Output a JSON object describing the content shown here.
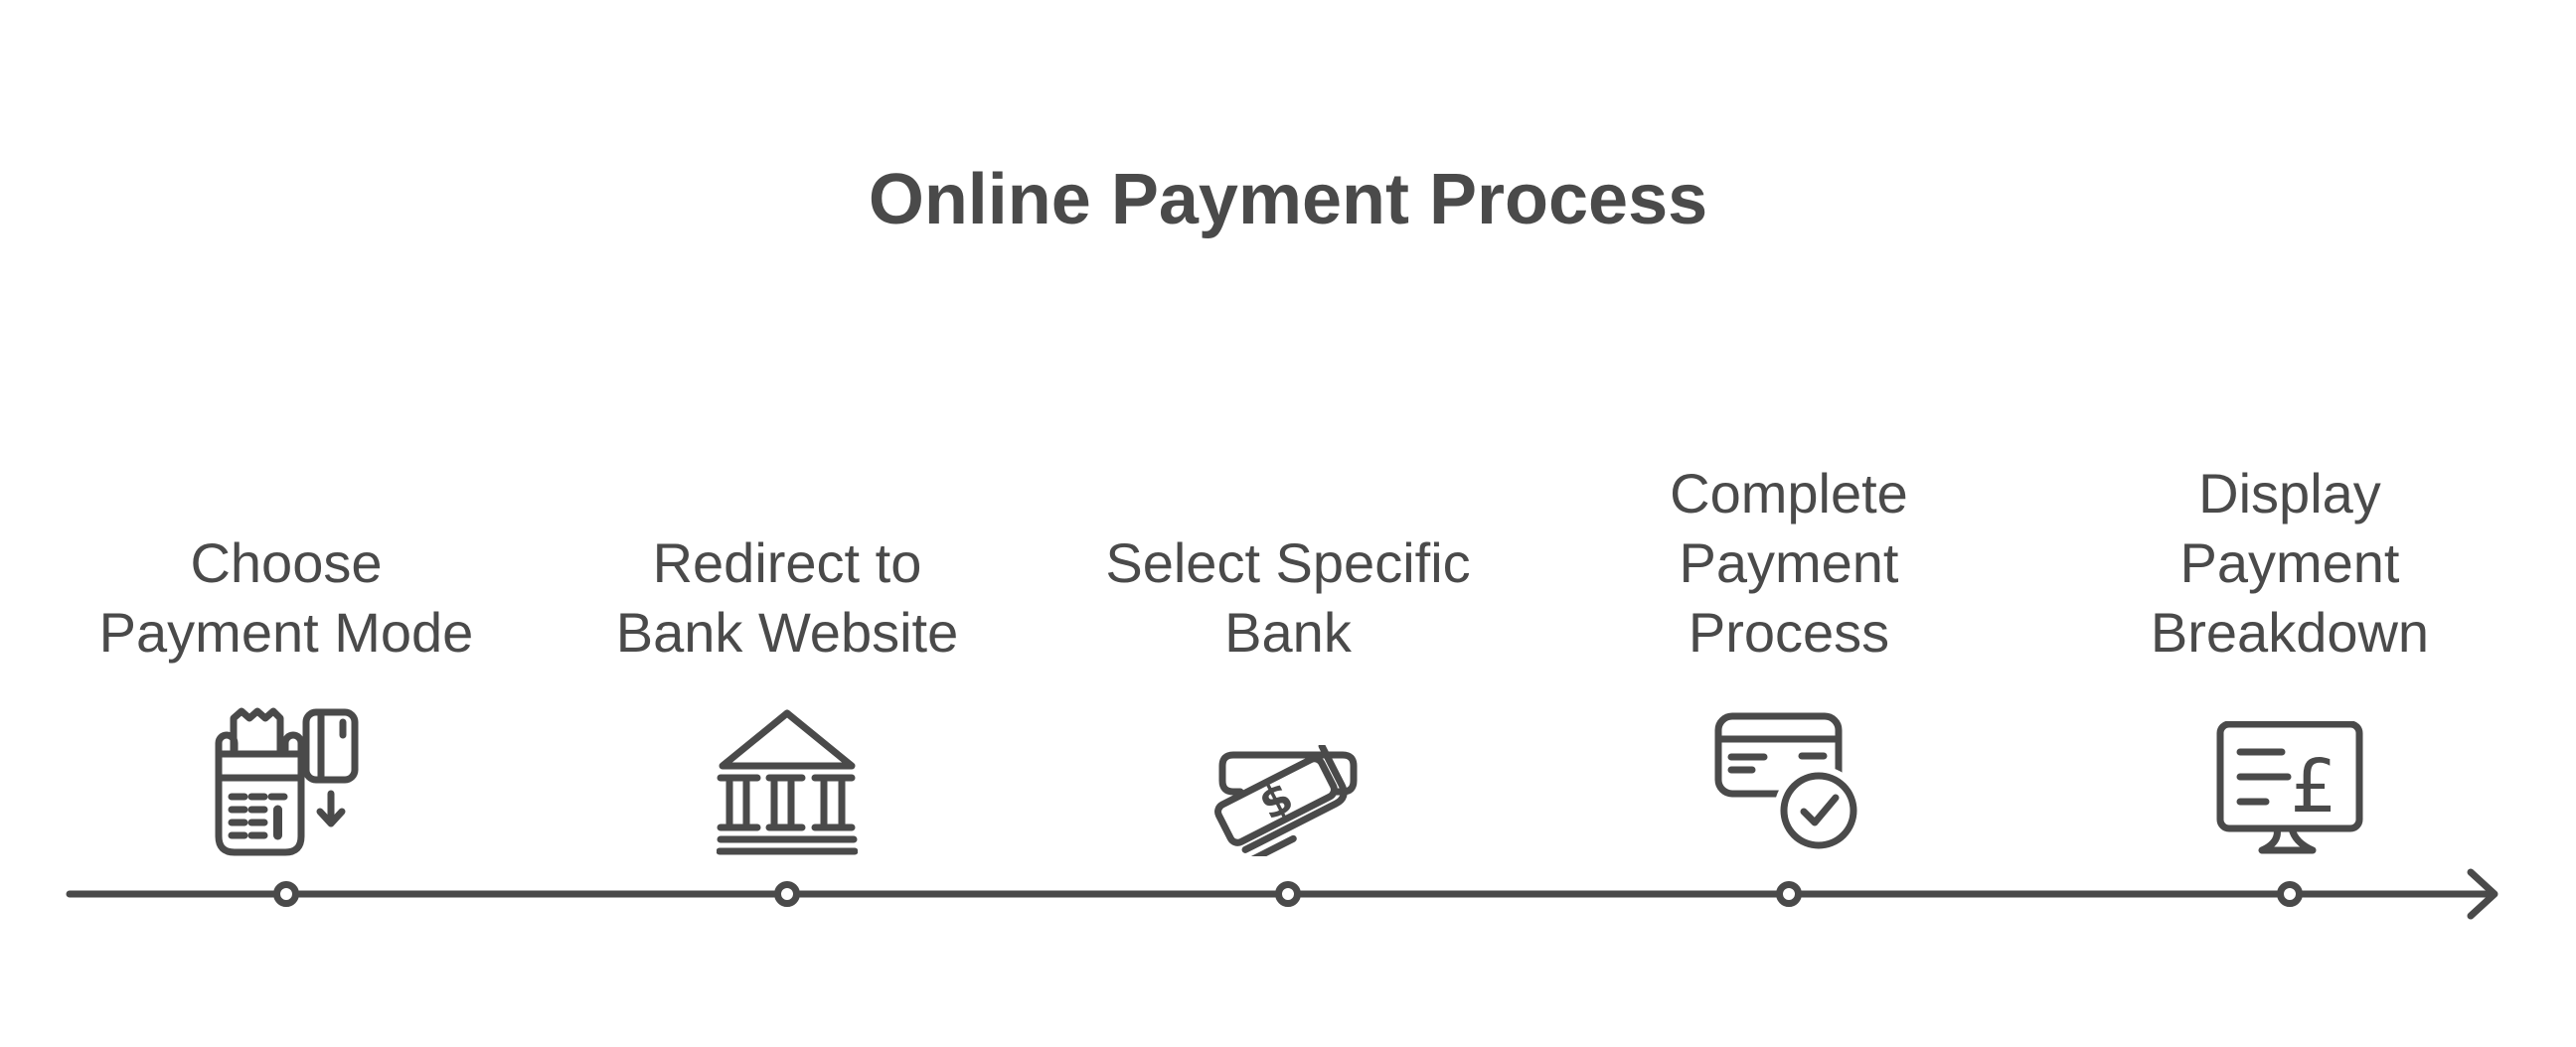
{
  "title": "Online Payment Process",
  "colors": {
    "ink": "#4a4a4a",
    "background": "#ffffff"
  },
  "steps": [
    {
      "id": 1,
      "lines": [
        "Choose",
        "Payment Mode"
      ],
      "icon": "payment-terminal-card-icon"
    },
    {
      "id": 2,
      "lines": [
        "Redirect to",
        "Bank Website"
      ],
      "icon": "bank-building-icon"
    },
    {
      "id": 3,
      "lines": [
        "Select Specific",
        "Bank"
      ],
      "icon": "banknote-slot-icon",
      "currency_symbol": "$"
    },
    {
      "id": 4,
      "lines": [
        "Complete",
        "Payment",
        "Process"
      ],
      "icon": "credit-card-check-icon"
    },
    {
      "id": 5,
      "lines": [
        "Display",
        "Payment",
        "Breakdown"
      ],
      "icon": "monitor-pound-icon",
      "currency_symbol": "£"
    }
  ],
  "timeline": {
    "direction": "left-to-right",
    "node_count": 5,
    "end_marker": "arrowhead-right"
  }
}
